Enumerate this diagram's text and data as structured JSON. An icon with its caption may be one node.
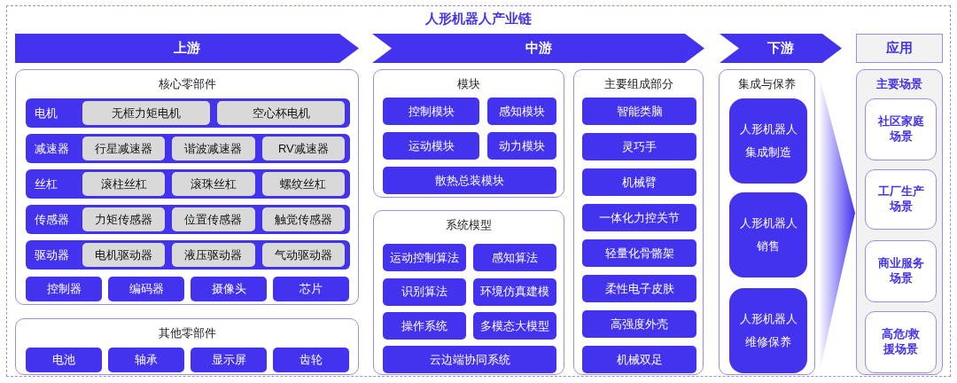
{
  "diagram": {
    "title": "人形机器人产业链",
    "nodes": [
      {
        "text": [
          "上游"
        ]
      },
      {
        "text": [
          "中游"
        ]
      },
      {
        "text": [
          "下游"
        ]
      },
      {
        "text": [
          "应用"
        ]
      },
      {
        "text": [
          "核心零部件"
        ]
      },
      {
        "text": [
          "电机"
        ],
        "in": 4
      },
      {
        "text": [
          "无框力矩电机"
        ],
        "in": 5
      },
      {
        "text": [
          "空心杯电机"
        ],
        "in": 5
      },
      {
        "text": [
          "减速器"
        ],
        "in": 4
      },
      {
        "text": [
          "行星减速器"
        ],
        "in": 8
      },
      {
        "text": [
          "谐波减速器"
        ],
        "in": 8
      },
      {
        "text": [
          "RV减速器"
        ],
        "in": 8
      },
      {
        "text": [
          "丝杠"
        ],
        "in": 4
      },
      {
        "text": [
          "滚柱丝杠"
        ],
        "in": 12
      },
      {
        "text": [
          "滚珠丝杠"
        ],
        "in": 12
      },
      {
        "text": [
          "螺纹丝杠"
        ],
        "in": 12
      },
      {
        "text": [
          "传感器"
        ],
        "in": 4
      },
      {
        "text": [
          "力矩传感器"
        ],
        "in": 16
      },
      {
        "text": [
          "位置传感器"
        ],
        "in": 16
      },
      {
        "text": [
          "触觉传感器"
        ],
        "in": 16
      },
      {
        "text": [
          "驱动器"
        ],
        "in": 4
      },
      {
        "text": [
          "电机驱动器"
        ],
        "in": 20
      },
      {
        "text": [
          "液压驱动器"
        ],
        "in": 20
      },
      {
        "text": [
          "气动驱动器"
        ],
        "in": 20
      },
      {
        "text": [
          "控制器"
        ],
        "in": 4
      },
      {
        "text": [
          "编码器"
        ],
        "in": 4
      },
      {
        "text": [
          "摄像头"
        ],
        "in": 4
      },
      {
        "text": [
          "芯片"
        ],
        "in": 4
      },
      {
        "text": [
          "其他零部件"
        ]
      },
      {
        "text": [
          "电池"
        ],
        "in": 28
      },
      {
        "text": [
          "轴承"
        ],
        "in": 28
      },
      {
        "text": [
          "显示屏"
        ],
        "in": 28
      },
      {
        "text": [
          "齿轮"
        ],
        "in": 28
      },
      {
        "text": [
          "模块"
        ]
      },
      {
        "text": [
          "控制模块"
        ],
        "in": 33
      },
      {
        "text": [
          "感知模块"
        ],
        "in": 33
      },
      {
        "text": [
          "运动模块"
        ],
        "in": 33
      },
      {
        "text": [
          "动力模块"
        ],
        "in": 33
      },
      {
        "text": [
          "散热总装模块"
        ],
        "in": 33
      },
      {
        "text": [
          "系统模型"
        ]
      },
      {
        "text": [
          "运动控制算法"
        ],
        "in": 39
      },
      {
        "text": [
          "感知算法"
        ],
        "in": 39
      },
      {
        "text": [
          "识别算法"
        ],
        "in": 39
      },
      {
        "text": [
          "环境仿真建模"
        ],
        "in": 39
      },
      {
        "text": [
          "操作系统"
        ],
        "in": 39
      },
      {
        "text": [
          "多模态大模型"
        ],
        "in": 39
      },
      {
        "text": [
          "云边端协同系统"
        ],
        "in": 39
      },
      {
        "text": [
          "主要组成部分"
        ]
      },
      {
        "text": [
          "智能类脑"
        ],
        "in": 47
      },
      {
        "text": [
          "灵巧手"
        ],
        "in": 47
      },
      {
        "text": [
          "机械臂"
        ],
        "in": 47
      },
      {
        "text": [
          "一体化力控关节"
        ],
        "in": 47
      },
      {
        "text": [
          "轻量化骨骼架"
        ],
        "in": 47
      },
      {
        "text": [
          "柔性电子皮肤"
        ],
        "in": 47
      },
      {
        "text": [
          "高强度外壳"
        ],
        "in": 47
      },
      {
        "text": [
          "机械双足"
        ],
        "in": 47
      },
      {
        "text": [
          "集成与保养"
        ]
      },
      {
        "text": [
          "人形机器人集成制造"
        ],
        "in": 56
      },
      {
        "text": [
          "人形机器人销售"
        ],
        "in": 56
      },
      {
        "text": [
          "人形机器人维修保养"
        ],
        "in": 56
      },
      {
        "text": [
          "主要场景"
        ]
      },
      {
        "text": [
          "社区家庭场景"
        ],
        "in": 60
      },
      {
        "text": [
          "工厂生产场景"
        ],
        "in": 60
      },
      {
        "text": [
          "商业服务场景"
        ],
        "in": 60
      },
      {
        "text": [
          "高危/救援场景"
        ],
        "in": 60
      }
    ],
    "edges": [
      {
        "from": 56,
        "to": 60,
        "arrow": "to"
      }
    ]
  }
}
